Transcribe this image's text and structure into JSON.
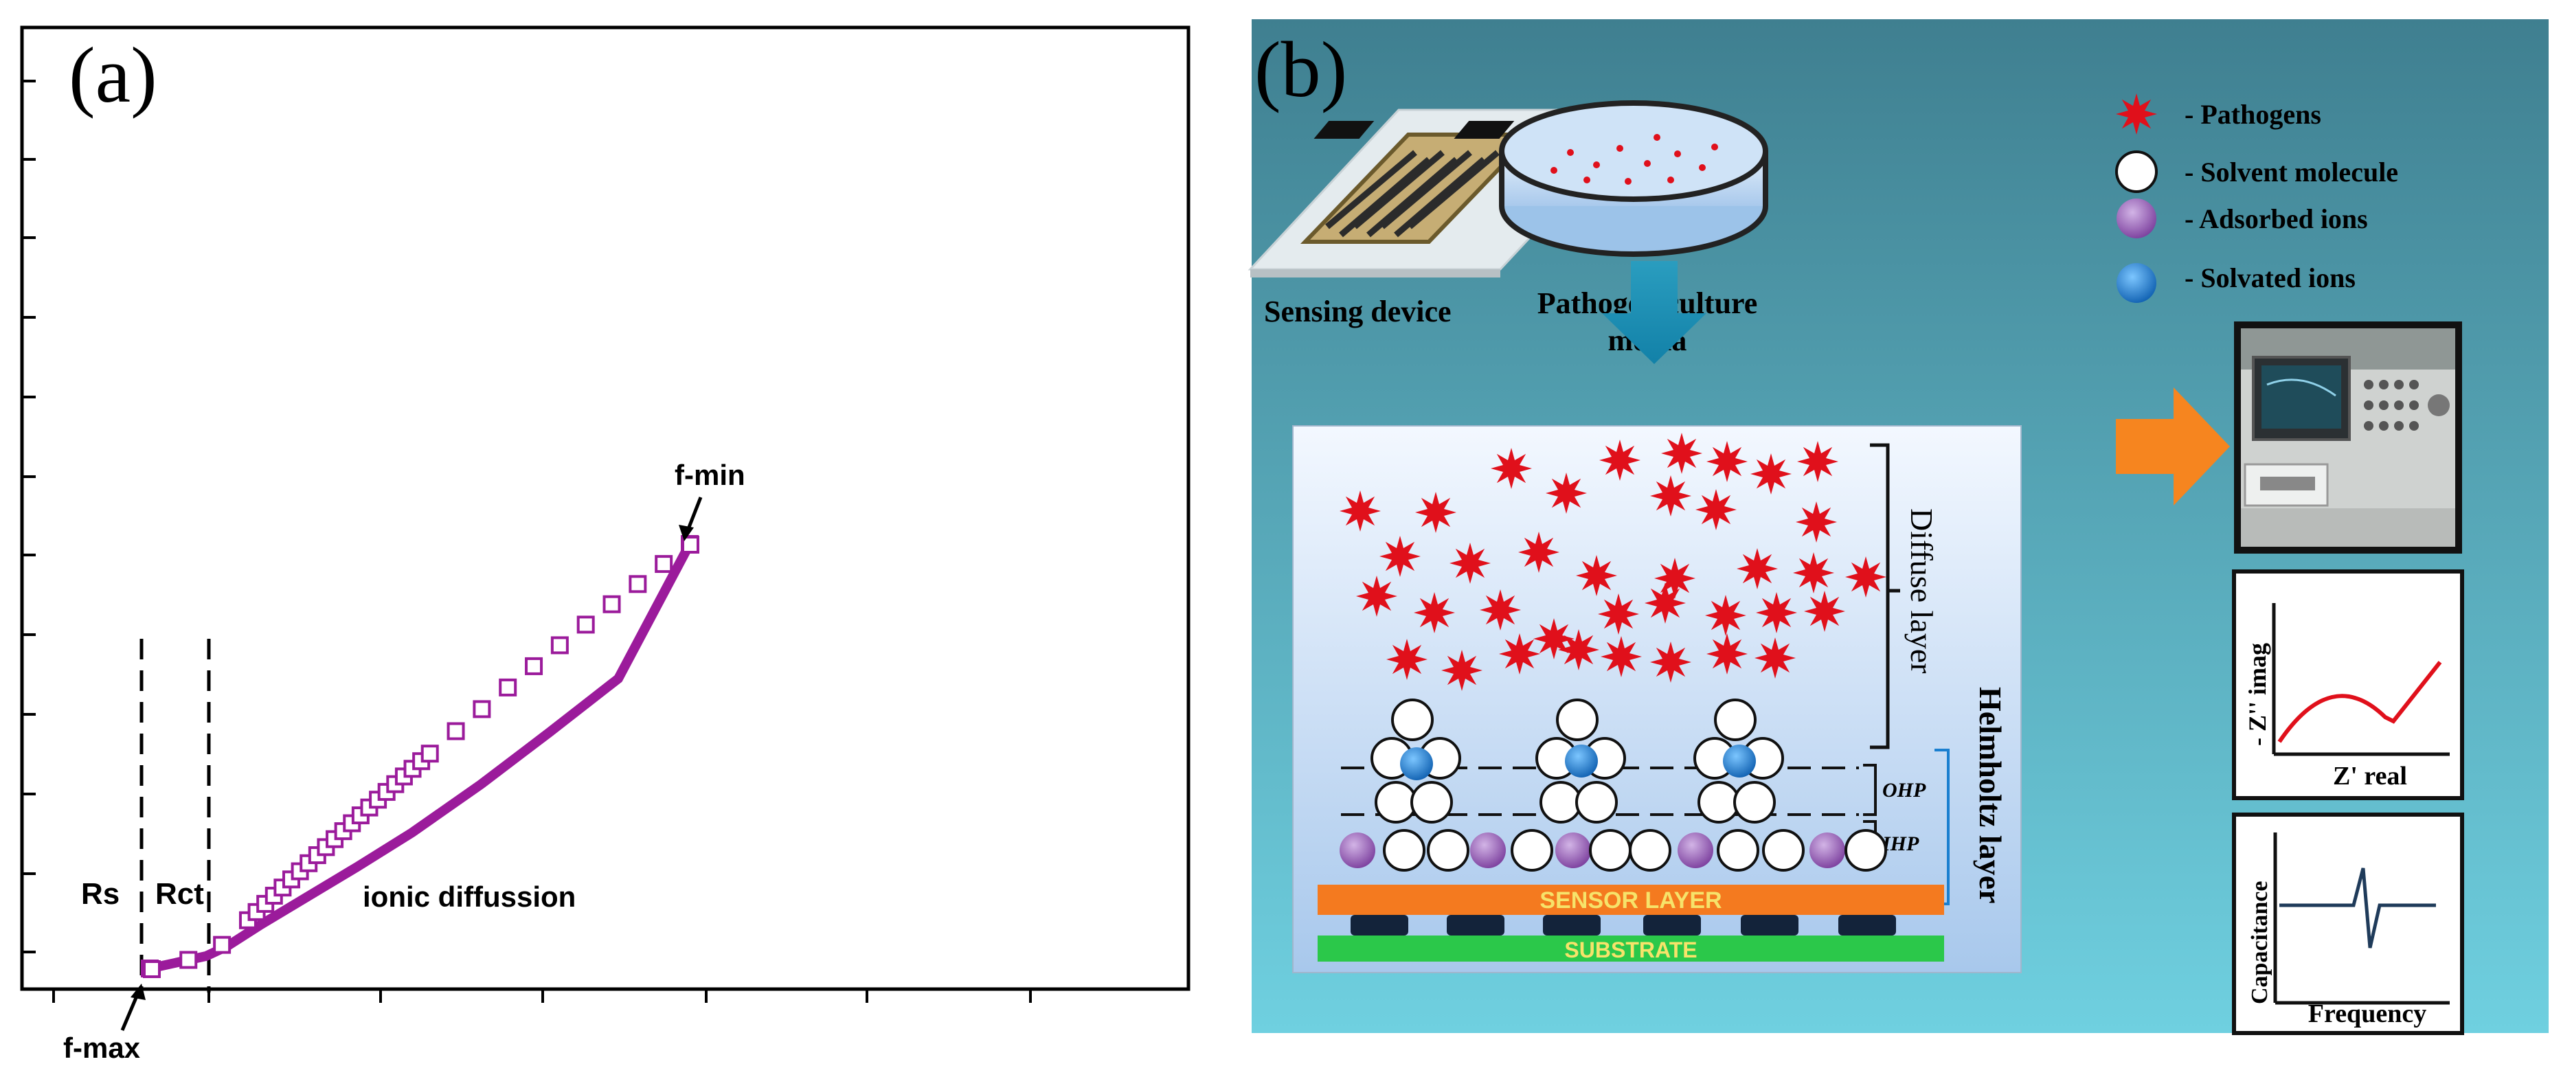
{
  "panel_a": {
    "label": "(a)",
    "region_labels": {
      "rs": "Rs",
      "rct": "Rct",
      "diffusion": "ionic diffussion"
    },
    "annotations": {
      "fmin": "f-min",
      "fmax": "f-max"
    },
    "series_color": "#9b1b9b"
  },
  "panel_b": {
    "label": "(b)",
    "sensing_device": "Sensing device",
    "culture_line1": "Pathogen culture",
    "culture_line2": "media",
    "legend": [
      {
        "icon": "star-icon",
        "text": "- Pathogens",
        "color": "#e0101b"
      },
      {
        "icon": "white-circle-icon",
        "text": "- Solvent molecule",
        "color": "#ffffff"
      },
      {
        "icon": "purple-circle-icon",
        "text": "- Adsorbed ions",
        "color": "#8a4ca8"
      },
      {
        "icon": "blue-circle-icon",
        "text": "- Solvated ions",
        "color": "#1a7fd0"
      }
    ],
    "diffuse_label": "Diffuse layer",
    "helmholtz_label": "Helmholtz layer",
    "ohp": "OHP",
    "ihp": "IHP",
    "sensor_layer": "SENSOR LAYER",
    "substrate": "SUBSTRATE",
    "nyquist": {
      "ylabel": "- Z'' imag",
      "xlabel": "Z' real"
    },
    "capacitance": {
      "ylabel": "Capacitance",
      "xlabel": "Frequency"
    }
  }
}
